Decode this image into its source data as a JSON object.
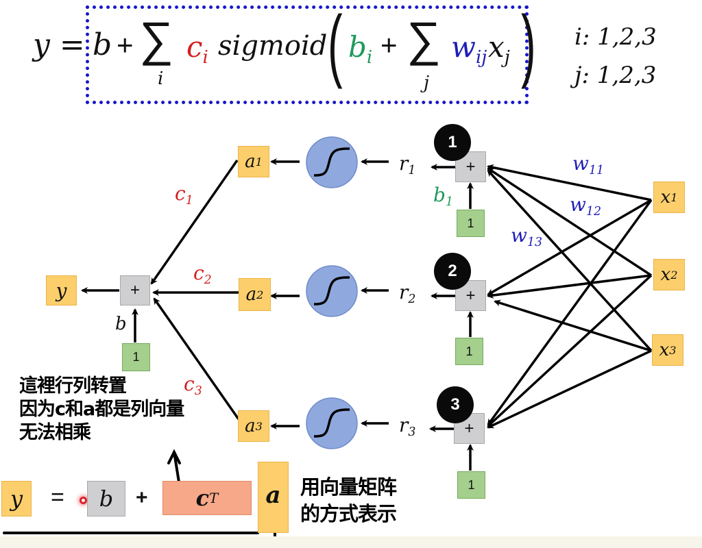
{
  "formula": {
    "lhs": "y =",
    "bias": "b",
    "plus1": "+",
    "sum_symbol": "∑",
    "sum_index_outer": "i",
    "c_base": "c",
    "c_sub": "i",
    "func": "sigmoid",
    "paren_open": "(",
    "b_base": "b",
    "b_sub": "i",
    "plus2": "+",
    "sum_index_inner": "j",
    "w_base": "w",
    "w_sub": "ij",
    "x_base": "x",
    "x_sub": "j",
    "paren_close": ")"
  },
  "index_ranges": {
    "i": "i: 1,2,3",
    "j": "j: 1,2,3"
  },
  "colors": {
    "c_color": "#d42020",
    "b_color": "#1f9a5c",
    "w_color": "#1d1db8",
    "box_border": "#1717c9",
    "orange_node": "#fccf6c",
    "gray_node": "#cfcfd1",
    "green_node": "#a5cf8c",
    "sigmoid_fill": "#8fa9de",
    "transpose_box": "#f6a888"
  },
  "network": {
    "output": {
      "label": "y"
    },
    "output_sum": {
      "label": "+"
    },
    "output_bias_input": {
      "label": "1"
    },
    "output_bias_weight": {
      "label": "b"
    },
    "c_weights": [
      {
        "base": "c",
        "sub": "1"
      },
      {
        "base": "c",
        "sub": "2"
      },
      {
        "base": "c",
        "sub": "3"
      }
    ],
    "activations": [
      {
        "base": "a",
        "sub": "1"
      },
      {
        "base": "a",
        "sub": "2"
      },
      {
        "base": "a",
        "sub": "3"
      }
    ],
    "sigmoid_icon": "sigmoid-curve",
    "r_values": [
      {
        "base": "r",
        "sub": "1"
      },
      {
        "base": "r",
        "sub": "2"
      },
      {
        "base": "r",
        "sub": "3"
      }
    ],
    "hidden_sums": [
      {
        "label": "+",
        "badge": "1"
      },
      {
        "label": "+",
        "badge": "2"
      },
      {
        "label": "+",
        "badge": "3"
      }
    ],
    "hidden_bias_inputs": [
      "1",
      "1",
      "1"
    ],
    "hidden_bias_label": {
      "base": "b",
      "sub": "1"
    },
    "w_labels": [
      {
        "base": "w",
        "sub": "11"
      },
      {
        "base": "w",
        "sub": "12"
      },
      {
        "base": "w",
        "sub": "13"
      }
    ],
    "inputs": [
      {
        "base": "x",
        "sub": "1"
      },
      {
        "base": "x",
        "sub": "2"
      },
      {
        "base": "x",
        "sub": "3"
      }
    ]
  },
  "annotations": {
    "transpose_note": [
      "這裡行列转置",
      "因为c和a都是列向量",
      "无法相乘"
    ],
    "matrix_note": [
      "用向量矩阵",
      "的方式表示"
    ]
  },
  "vector_form": {
    "y": "y",
    "equals": "=",
    "b": "b",
    "plus": "+",
    "c_base": "c",
    "c_sup": "T",
    "a": "a"
  }
}
